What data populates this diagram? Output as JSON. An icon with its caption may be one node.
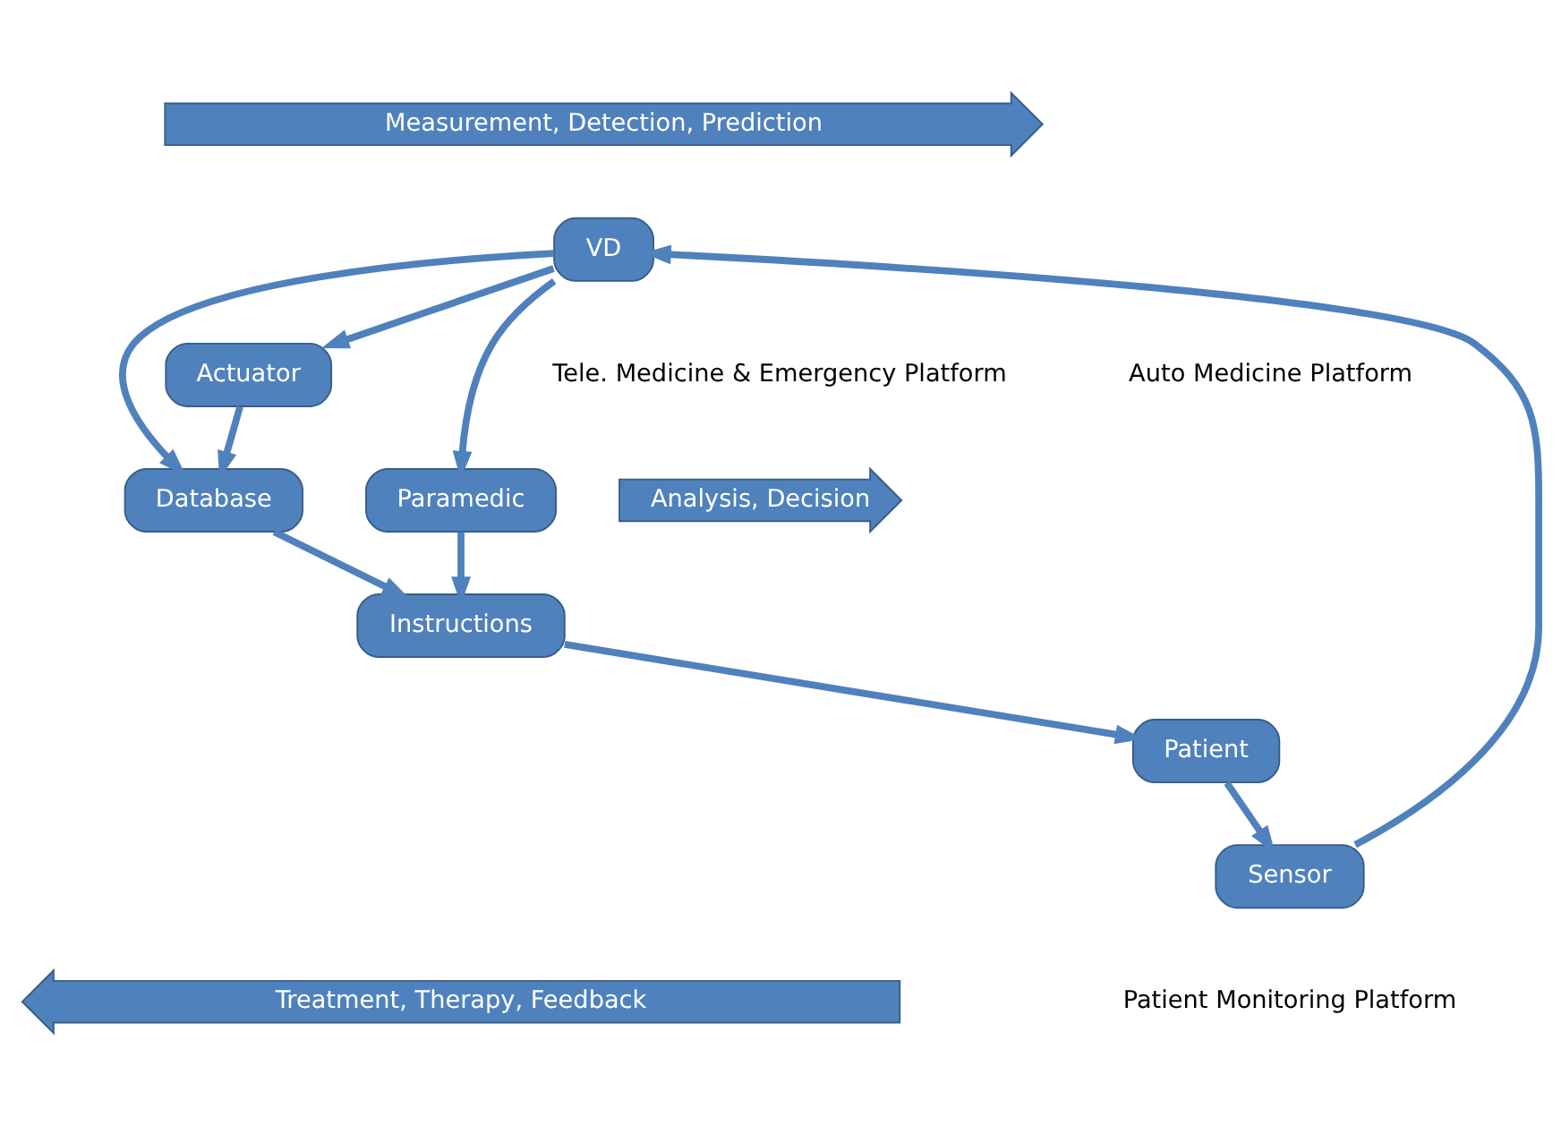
{
  "diagram": {
    "nodes": [
      {
        "text": [
          "Measurement, Detection, Prediction"
        ]
      },
      {
        "text": [
          "VD"
        ]
      },
      {
        "text": [
          "Sensor"
        ]
      },
      {
        "text": [
          "Database"
        ]
      },
      {
        "text": [
          "Actuator"
        ]
      },
      {
        "text": [
          "Paramedic"
        ]
      },
      {
        "text": [
          "Patient"
        ]
      },
      {
        "text": [
          "Instructions"
        ]
      },
      {
        "text": [
          "Analysis, Decision"
        ]
      },
      {
        "text": [
          "Treatment, Therapy, Feedback"
        ]
      }
    ],
    "edges": [
      {
        "from": 6,
        "to": 2,
        "arrow": "to"
      },
      {
        "from": 2,
        "to": 1,
        "arrow": "to"
      },
      {
        "from": 1,
        "to": 3,
        "arrow": "to"
      },
      {
        "from": 1,
        "to": 4,
        "arrow": "to"
      },
      {
        "from": 1,
        "to": 5,
        "arrow": "to"
      },
      {
        "from": 4,
        "to": 3,
        "arrow": "to"
      },
      {
        "from": 3,
        "to": 7,
        "arrow": "to"
      },
      {
        "from": 5,
        "to": 7,
        "arrow": "to"
      },
      {
        "from": 7,
        "to": 6,
        "arrow": "to"
      }
    ],
    "labels": [
      "Tele. Medicine & Emergency Platform",
      "Auto Medicine Platform",
      "Patient Monitoring Platform"
    ]
  }
}
